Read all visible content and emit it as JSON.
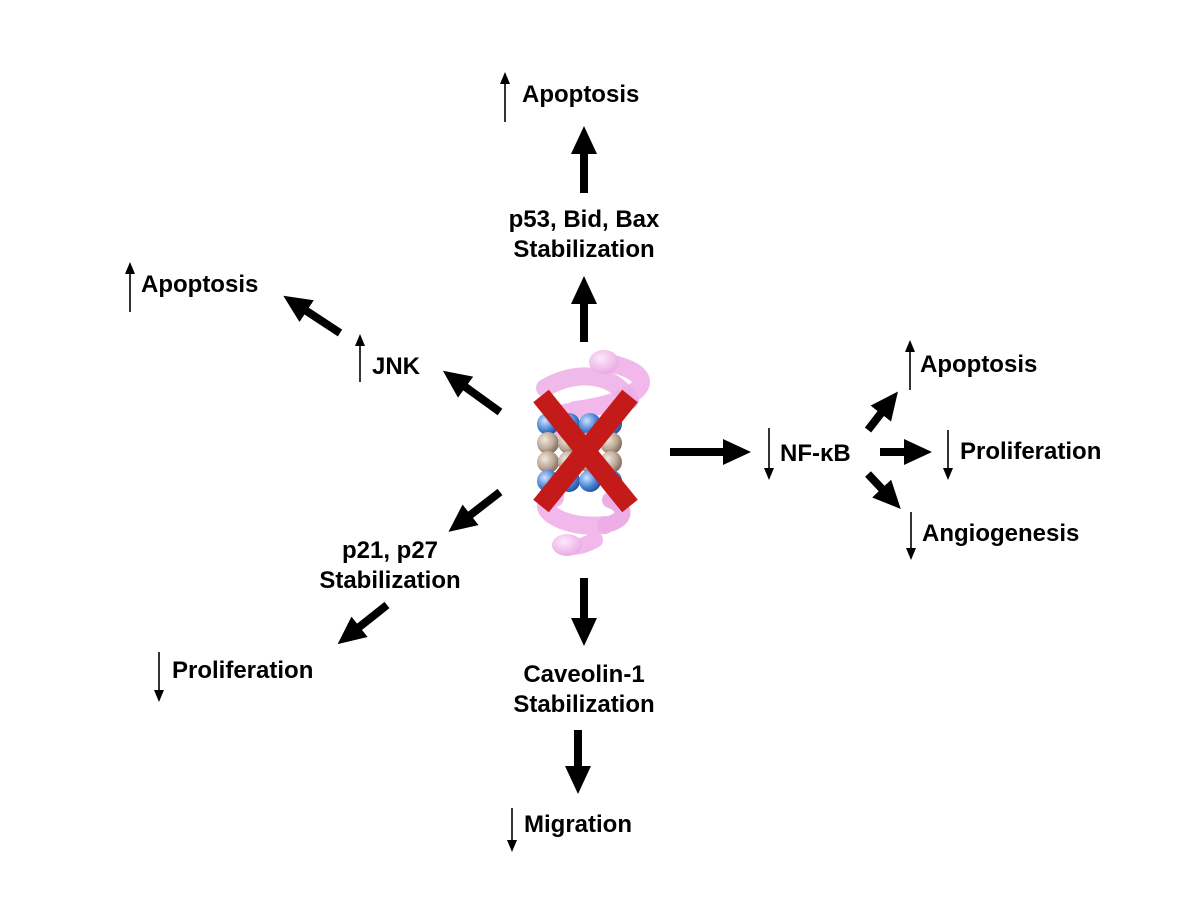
{
  "labels": {
    "top_apoptosis": "Apoptosis",
    "top_stab_line1": "p53, Bid, Bax",
    "top_stab_line2": "Stabilization",
    "left_apoptosis": "Apoptosis",
    "jnk": "JNK",
    "right_apoptosis": "Apoptosis",
    "nfkb": "NF-κB",
    "right_proliferation": "Proliferation",
    "angiogenesis": "Angiogenesis",
    "p21_line1": "p21, p27",
    "p21_line2": "Stabilization",
    "left_proliferation": "Proliferation",
    "cav_line1": "Caveolin-1",
    "cav_line2": "Stabilization",
    "migration": "Migration"
  },
  "colors": {
    "arrow": "#000000",
    "inhibit_x": "#c41a1a",
    "helix": "#f2b8ec",
    "helix_end": "#f5c6f0",
    "subunit_blue": "#4a86d6",
    "subunit_tan": "#bca796"
  },
  "icons": {
    "center": "proteasome-icon",
    "inhibit": "red-x-icon"
  }
}
